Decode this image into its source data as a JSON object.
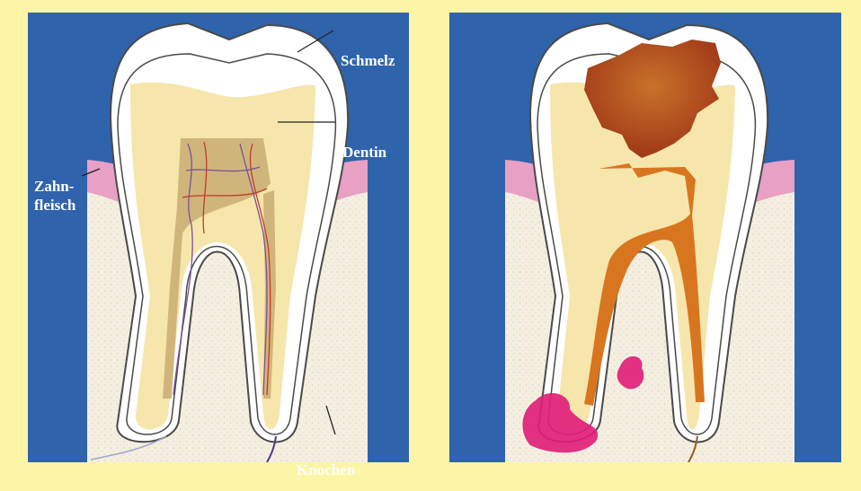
{
  "labels": {
    "enamel": "Schmelz",
    "dentin": "Dentin",
    "gum_line1": "Zahn-",
    "gum_line2": "fleisch",
    "bone": "Knochen"
  },
  "colors": {
    "background": "#fdf5a6",
    "panel_blue": "#2f63ab",
    "enamel": "#ffffff",
    "dentin": "#f6e6ac",
    "gum": "#e8a0c4",
    "bone": "#f3eedf",
    "caries": "#b4481c",
    "inflamed_pulp": "#d8761f",
    "abscess": "#e0207a"
  }
}
